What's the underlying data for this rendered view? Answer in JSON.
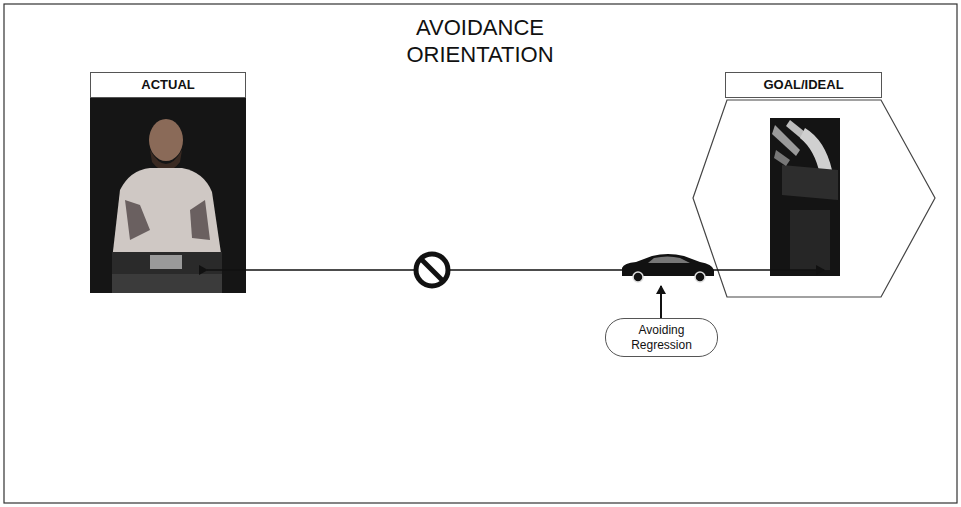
{
  "diagram": {
    "title": "AVOIDANCE ORIENTATION",
    "nodes": [
      {
        "text": [
          "ACTUAL"
        ]
      },
      {
        "text": [
          "GOAL/IDEAL"
        ]
      },
      {
        "text": [
          "Avoiding Regression"
        ]
      }
    ]
  }
}
